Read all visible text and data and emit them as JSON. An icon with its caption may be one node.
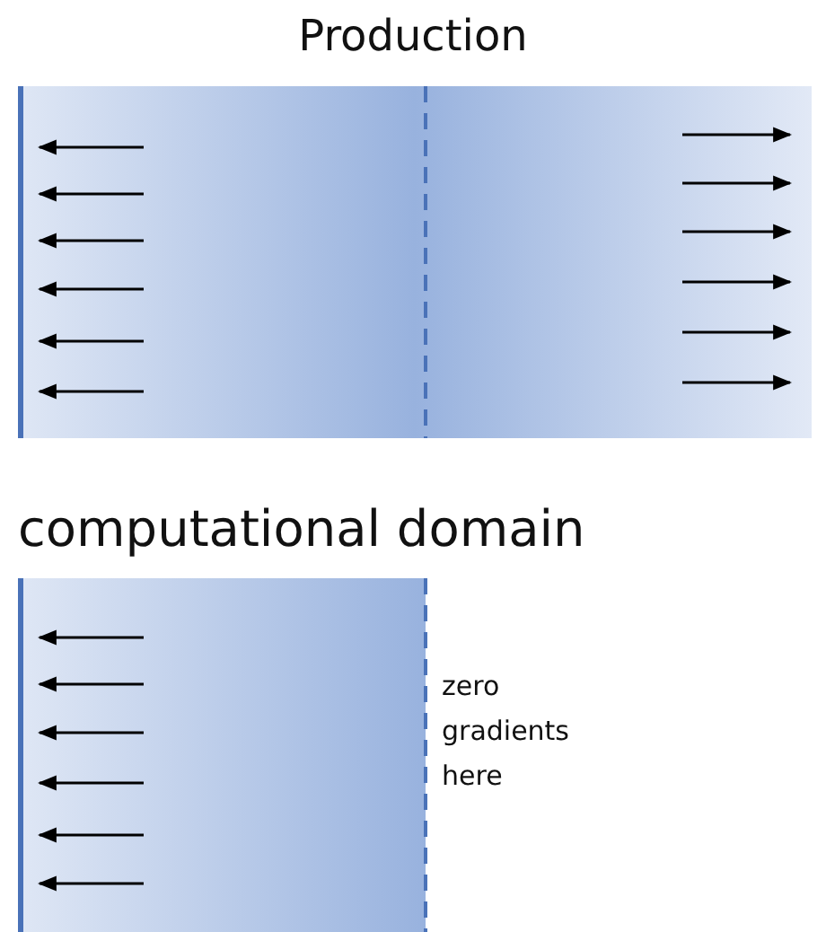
{
  "diagram": {
    "title": "Production",
    "labels": [
      "computational domain",
      "zero gradients here"
    ]
  }
}
